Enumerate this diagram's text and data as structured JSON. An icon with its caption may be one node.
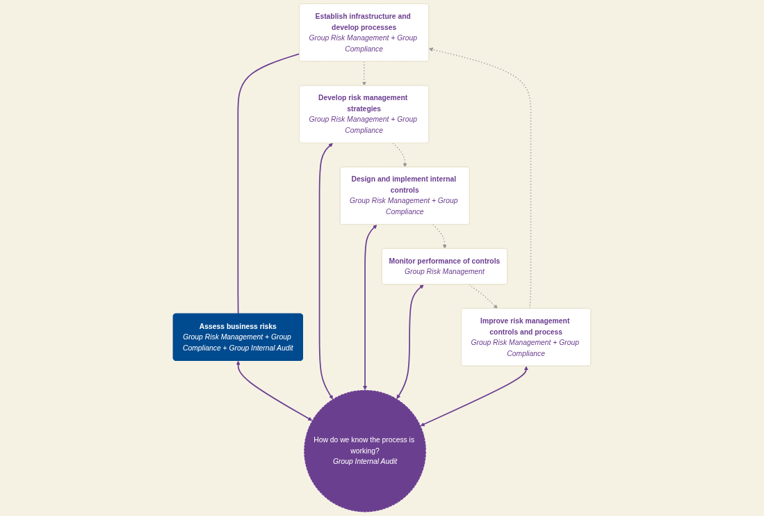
{
  "diagram": {
    "nodes": [
      {
        "text": [
          "Establish infrastructure and develop processes",
          "Group Risk Management + Group Compliance"
        ]
      },
      {
        "text": [
          "Assess business risks",
          "Group Risk Management + Group Compliance + Group Internal Audit"
        ]
      },
      {
        "text": [
          "Improve risk management controls and process",
          "Group Risk Management + Group Compliance"
        ]
      },
      {
        "text": [
          "Develop risk management strategies",
          "Group Risk Management + Group Compliance"
        ]
      },
      {
        "text": [
          "How do we know the process is working?",
          "Group Internal Audit"
        ]
      },
      {
        "text": [
          "Monitor performance of controls",
          "Group Risk Management"
        ]
      },
      {
        "text": [
          "Design and implement internal controls",
          "Group Risk Management + Group Compliance"
        ]
      }
    ],
    "edges": [
      {
        "from": 0,
        "to": 1,
        "arrow": "none"
      },
      {
        "from": 1,
        "to": 4,
        "arrow": "both"
      },
      {
        "from": 2,
        "to": 4,
        "arrow": "both"
      },
      {
        "from": 3,
        "to": 4,
        "arrow": "both"
      },
      {
        "from": 5,
        "to": 4,
        "arrow": "both"
      },
      {
        "from": 6,
        "to": 4,
        "arrow": "both"
      },
      {
        "from": 0,
        "to": 3,
        "arrow": "to",
        "style": "dashed",
        "color": "#999999"
      },
      {
        "from": 3,
        "to": 6,
        "arrow": "to",
        "style": "dashed",
        "color": "#999999"
      },
      {
        "from": 6,
        "to": 5,
        "arrow": "to",
        "style": "dashed",
        "color": "#999999"
      },
      {
        "from": 5,
        "to": 2,
        "arrow": "to",
        "style": "dashed",
        "color": "#999999"
      },
      {
        "from": 2,
        "to": 0,
        "arrow": "to",
        "style": "dashed",
        "color": "#999999"
      }
    ]
  }
}
